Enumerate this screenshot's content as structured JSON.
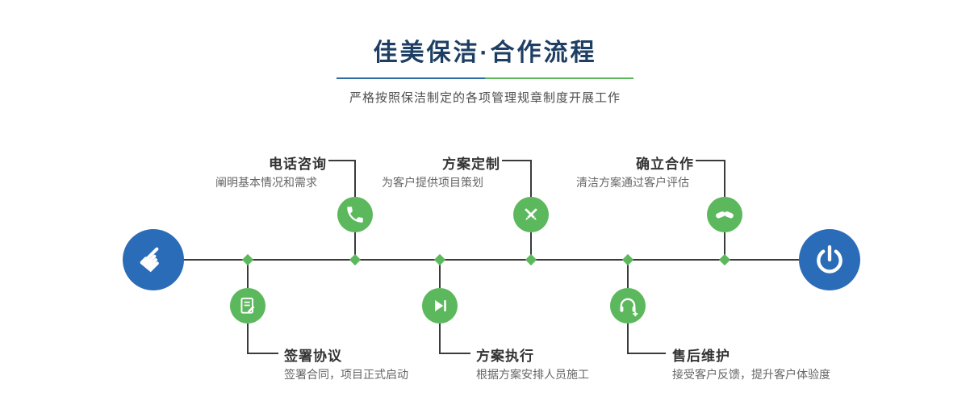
{
  "header": {
    "title": "佳美保洁·合作流程",
    "subtitle": "严格按照保洁制定的各项管理规章制度开展工作"
  },
  "timeline": {
    "start_icon": "hand-pointer-icon",
    "end_icon": "power-icon"
  },
  "steps_top": [
    {
      "label": "电话咨询",
      "desc": "阐明基本情况和需求",
      "icon": "phone-icon"
    },
    {
      "label": "方案定制",
      "desc": "为客户提供项目策划",
      "icon": "pencil-ruler-icon"
    },
    {
      "label": "确立合作",
      "desc": "清洁方案通过客户评估",
      "icon": "handshake-icon"
    }
  ],
  "steps_bottom": [
    {
      "label": "签署协议",
      "desc": "签署合同，项目正式启动",
      "icon": "document-pen-icon"
    },
    {
      "label": "方案执行",
      "desc": "根据方案安排人员施工",
      "icon": "play-next-icon"
    },
    {
      "label": "售后维护",
      "desc": "接受客户反馈，提升客户体验度",
      "icon": "headset-plus-icon"
    }
  ],
  "colors": {
    "accent_green": "#5cb85c",
    "accent_blue": "#2b6cb8",
    "title_navy": "#1e3f63",
    "line_dark": "#3b3b3b"
  }
}
